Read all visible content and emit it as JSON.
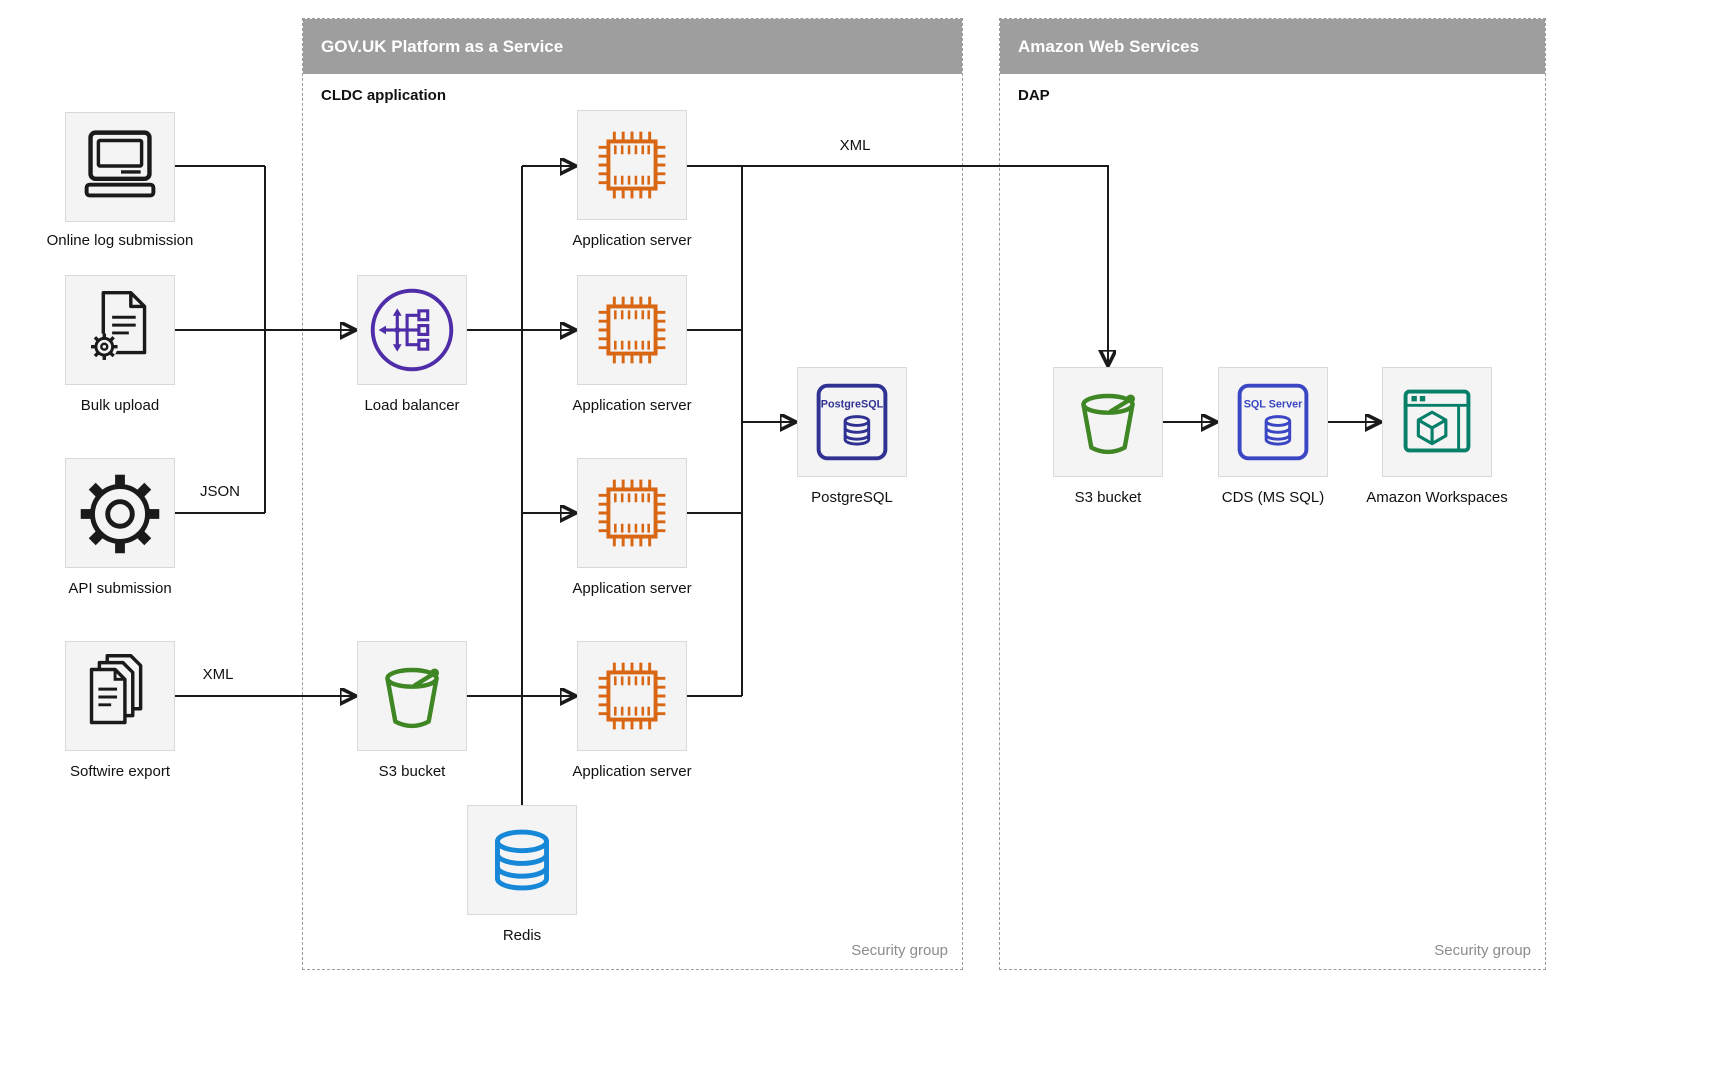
{
  "containers": {
    "paas": {
      "title": "GOV.UK Platform as a Service",
      "sublabel": "CLDC application",
      "footer": "Security group"
    },
    "aws": {
      "title": "Amazon Web Services",
      "sublabel": "DAP",
      "footer": "Security group"
    }
  },
  "nodes": {
    "online_log": {
      "label": "Online log submission"
    },
    "bulk_upload": {
      "label": "Bulk upload"
    },
    "api_submission": {
      "label": "API submission"
    },
    "softwire_export": {
      "label": "Softwire export"
    },
    "load_balancer": {
      "label": "Load balancer"
    },
    "s3_paas": {
      "label": "S3 bucket"
    },
    "app_server": {
      "label": "Application server"
    },
    "postgresql": {
      "label": "PostgreSQL"
    },
    "redis": {
      "label": "Redis"
    },
    "s3_aws": {
      "label": "S3 bucket"
    },
    "cds": {
      "label": "CDS (MS SQL)"
    },
    "workspaces": {
      "label": "Amazon Workspaces"
    }
  },
  "icon_text": {
    "postgresql": "PostgreSQL",
    "sql_server": "SQL Server"
  },
  "edge_labels": {
    "json": "JSON",
    "xml_softwire": "XML",
    "xml_to_aws": "XML"
  },
  "colors": {
    "line": "#1a1a1a",
    "header_gray": "#9e9e9e",
    "accent_purple": "#4F2DA8",
    "accent_green": "#3F8624",
    "accent_orange": "#D86613",
    "accent_blue": "#1787D8",
    "accent_navy": "#303293",
    "accent_indigo": "#3B46C4",
    "accent_teal": "#067F68"
  }
}
